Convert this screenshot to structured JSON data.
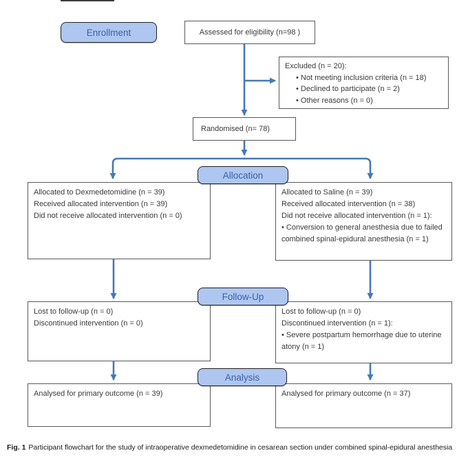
{
  "stages": {
    "enrollment": "Enrollment",
    "allocation": "Allocation",
    "followup": "Follow-Up",
    "analysis": "Analysis"
  },
  "boxes": {
    "assessed": "Assessed for eligibility (n=98 )",
    "excluded_title": "Excluded (n = 20):",
    "excluded_bullets": [
      "• Not meeting inclusion criteria (n = 18)",
      "• Declined to participate (n = 2)",
      "• Other reasons (n = 0)"
    ],
    "randomised": "Randomised (n= 78)",
    "alloc_left_lines": [
      "Allocated to Dexmedetomidine (n = 39)",
      "Received allocated intervention (n = 39)",
      "Did not receive allocated intervention (n = 0)"
    ],
    "alloc_right_lines": [
      "Allocated to Saline (n = 39)",
      "Received allocated intervention (n = 38)",
      "Did not receive allocated intervention (n = 1):",
      "• Conversion to general anesthesia due to failed combined spinal-epidural anesthesia (n = 1)"
    ],
    "followup_left_lines": [
      "Lost to follow-up (n = 0)",
      "Discontinued intervention (n = 0)"
    ],
    "followup_right_lines": [
      "Lost to follow-up (n = 0)",
      "Discontinued intervention (n = 1):",
      "• Severe postpartum hemorrhage due to uterine atony (n = 1)"
    ],
    "analysis_left": "Analysed for primary outcome (n = 39)",
    "analysis_right": "Analysed for primary outcome (n = 37)"
  },
  "caption": {
    "label": "Fig. 1",
    "text": "Participant flowchart for the study of intraoperative dexmedetomidine in cesarean section under combined spinal-epidural anesthesia"
  },
  "colors": {
    "stage_fill": "#aec6f0",
    "stage_border": "#222222",
    "stage_text": "#3a61ad",
    "box_border": "#595959",
    "arrow": "#4579b8"
  }
}
